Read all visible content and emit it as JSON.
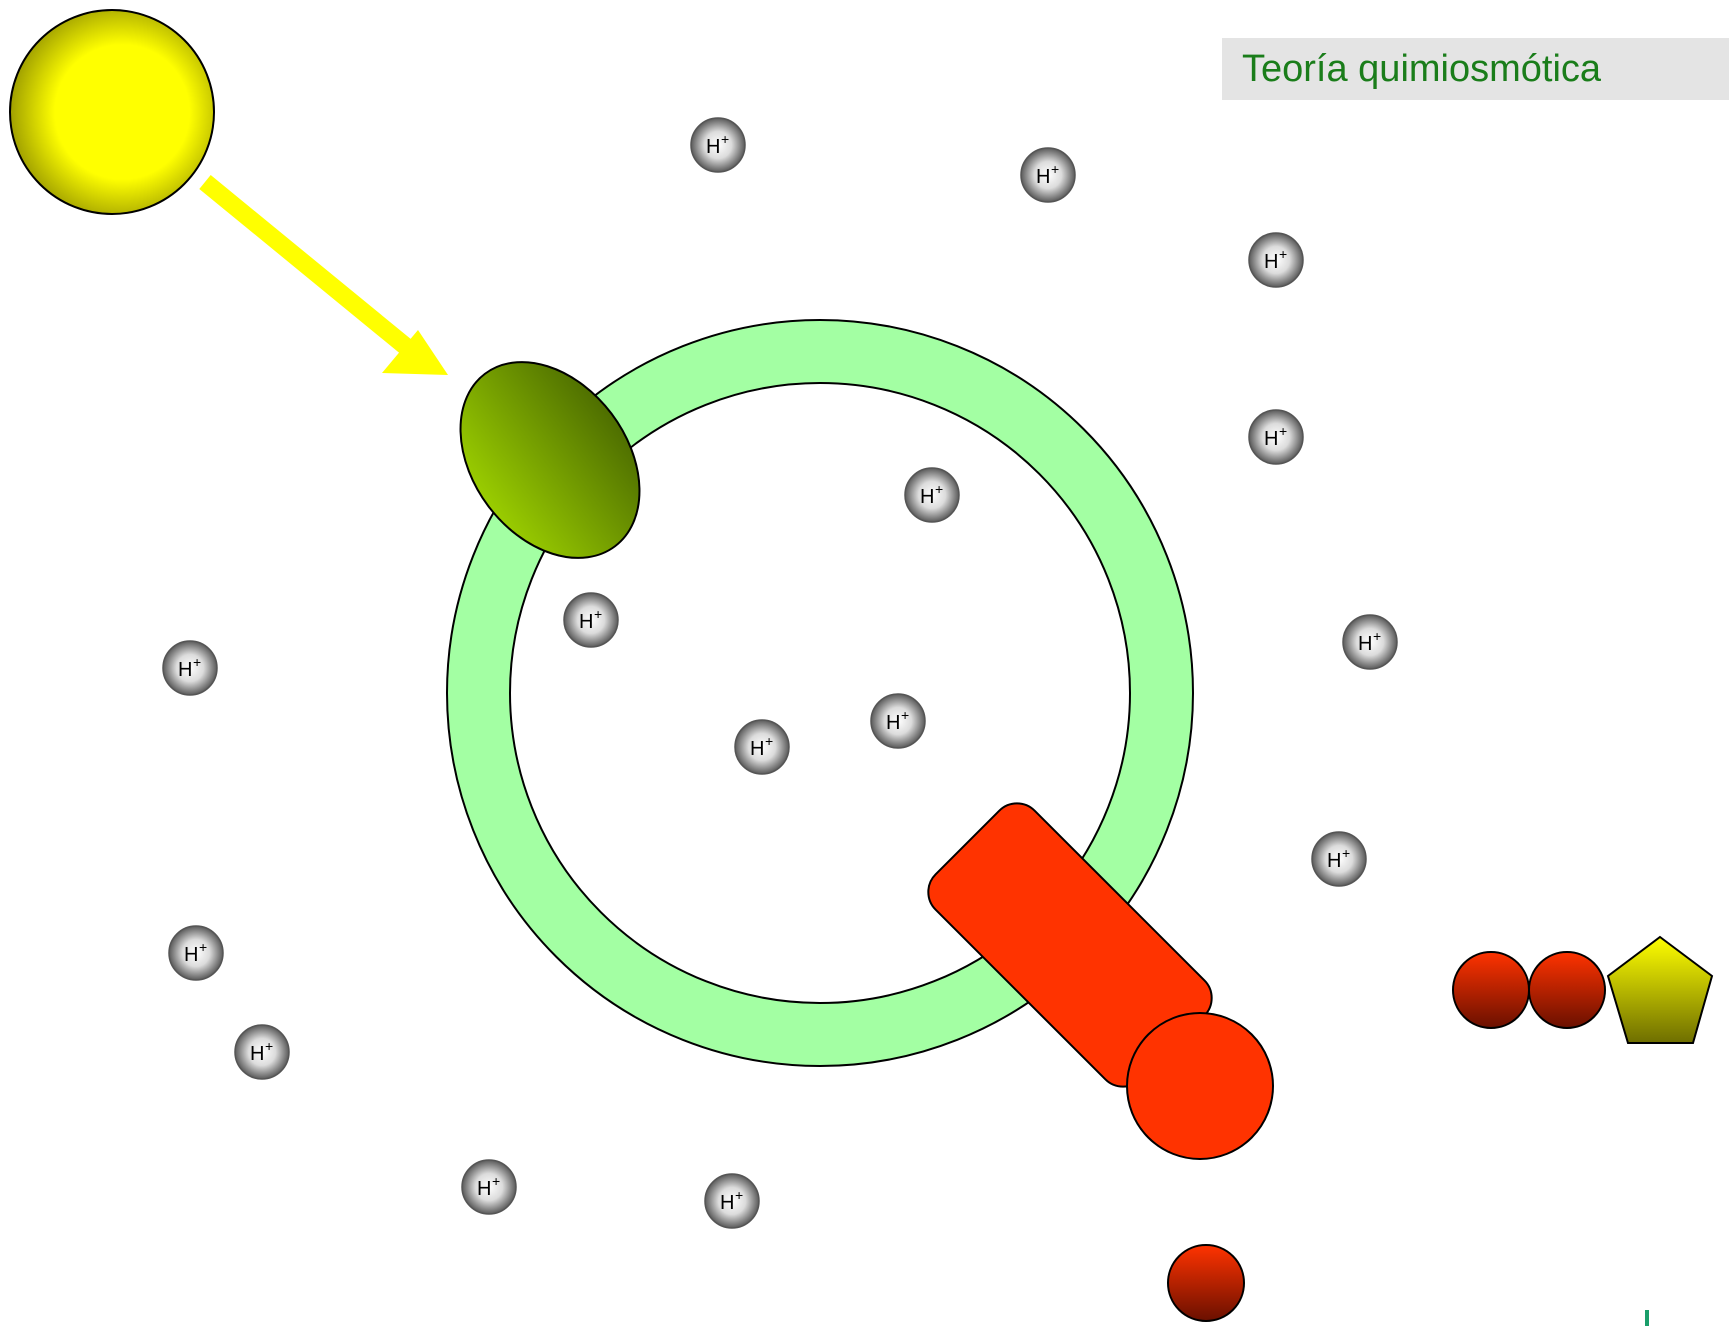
{
  "title": "Teoría quimiosmótica",
  "proton": {
    "symbol": "H",
    "charge": "+"
  },
  "colors": {
    "title_text": "#1a7d1a",
    "title_background": "#e4e4e4",
    "membrane_ring": "#a3ff a3",
    "sun": "#ffff00",
    "light_arrow": "#ffff00",
    "photosystem": "#6b8c00",
    "atp_synthase": "#ff3300",
    "phosphate": "#cc2200",
    "adenosine_pentagon": "#e6e600",
    "proton": "#888888"
  },
  "icons": {
    "sun": "sun-icon",
    "photosystem": "photosystem-icon",
    "atp_synthase": "atp-synthase-icon",
    "phosphate": "phosphate-icon",
    "adenosine": "pentagon-icon",
    "proton": "proton-icon"
  }
}
